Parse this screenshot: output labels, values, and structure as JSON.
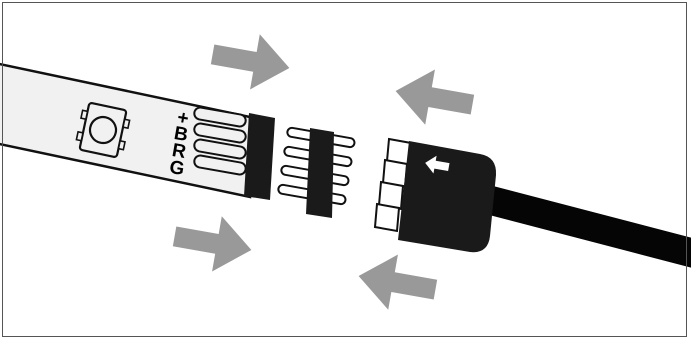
{
  "diagram": {
    "pin_labels": [
      "+",
      "B",
      "R",
      "G"
    ],
    "arrow_color": "#999999",
    "strip_color": "#f1f1f1",
    "outline_color": "#111111",
    "connector_color": "#222222",
    "cable_color": "#050505",
    "icons": {
      "led": "rgb-led-chip-icon",
      "arrows": "arrow-icon",
      "plug_arrow": "white-left-arrow-icon"
    }
  }
}
